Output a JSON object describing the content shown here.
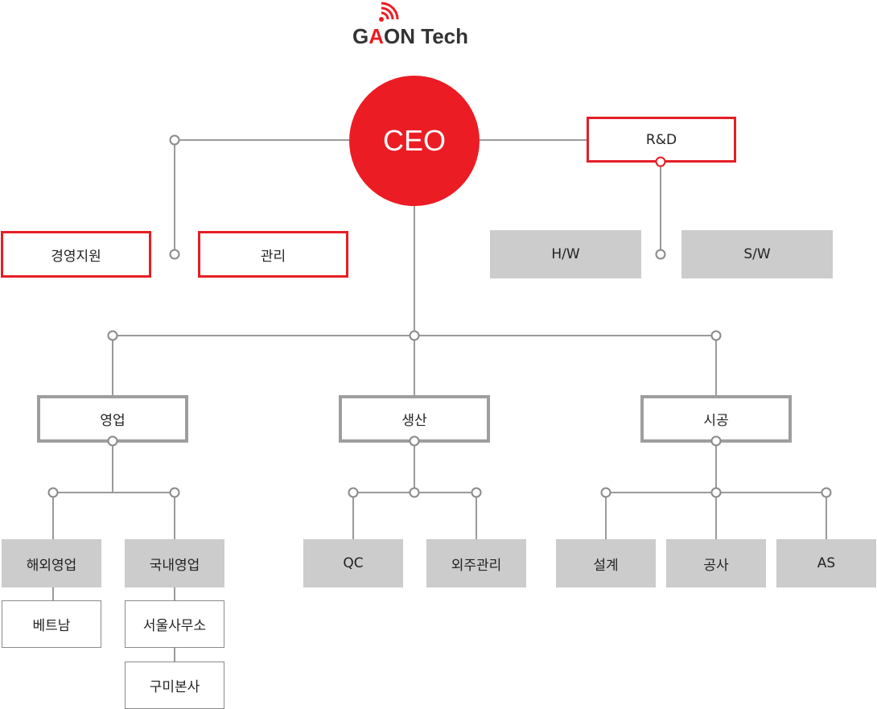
{
  "logo": {
    "prefix": "G",
    "accent": "A",
    "suffix": "ON Tech"
  },
  "ceo": "CEO",
  "rnd": "R&D",
  "management_support": "경영지원",
  "administration": "관리",
  "hw": "H/W",
  "sw": "S/W",
  "sales": "영업",
  "production": "생산",
  "construction": "시공",
  "overseas_sales": "해외영업",
  "domestic_sales": "국내영업",
  "vietnam": "베트남",
  "seoul_office": "서울사무소",
  "gumi_hq": "구미본사",
  "qc": "QC",
  "outsourcing": "외주관리",
  "design": "설계",
  "construction_work": "공사",
  "as": "AS",
  "colors": {
    "accent": "#ec1c24",
    "box_fill": "#cccccc",
    "line": "#8a8a8a"
  }
}
